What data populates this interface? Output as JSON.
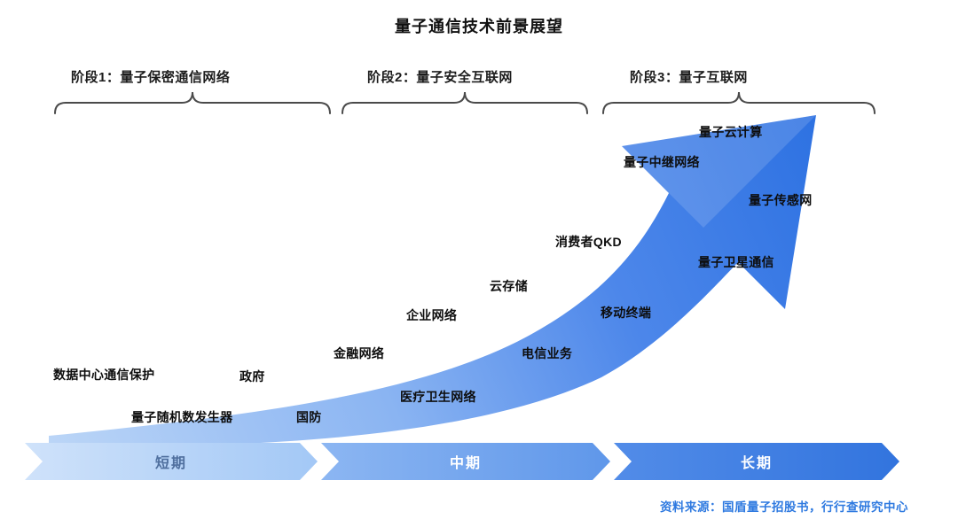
{
  "title": "量子通信技术前景展望",
  "phases": [
    {
      "label": "阶段1：量子保密通信网络"
    },
    {
      "label": "阶段2：量子安全互联网"
    },
    {
      "label": "阶段3：量子互联网"
    }
  ],
  "items": [
    {
      "label": "数据中心通信保护"
    },
    {
      "label": "量子随机数发生器"
    },
    {
      "label": "政府"
    },
    {
      "label": "国防"
    },
    {
      "label": "金融网络"
    },
    {
      "label": "医疗卫生网络"
    },
    {
      "label": "企业网络"
    },
    {
      "label": "云存储"
    },
    {
      "label": "消费者QKD"
    },
    {
      "label": "电信业务"
    },
    {
      "label": "移动终端"
    },
    {
      "label": "量子中继网络"
    },
    {
      "label": "量子云计算"
    },
    {
      "label": "量子传感网"
    },
    {
      "label": "量子卫星通信"
    }
  ],
  "timeline": [
    {
      "label": "短期"
    },
    {
      "label": "中期"
    },
    {
      "label": "长期"
    }
  ],
  "source": "资料来源：国盾量子招股书，行行查研究中心",
  "colors": {
    "ink": "#111111",
    "brace": "#4a4a4a",
    "arrow1": "#bcd6f7",
    "arrow2": "#8ab4f2",
    "arrow3": "#4d87ea",
    "arrow4": "#2e72e2",
    "band1a": "#cfe2fa",
    "band1b": "#a3c8f6",
    "band2a": "#8cb6f2",
    "band2b": "#5f97ea",
    "band3a": "#528ce8",
    "band3b": "#3274de",
    "band1Text": "#4f6f9e",
    "bandText": "#ffffff",
    "source": "#2f7ae0"
  }
}
